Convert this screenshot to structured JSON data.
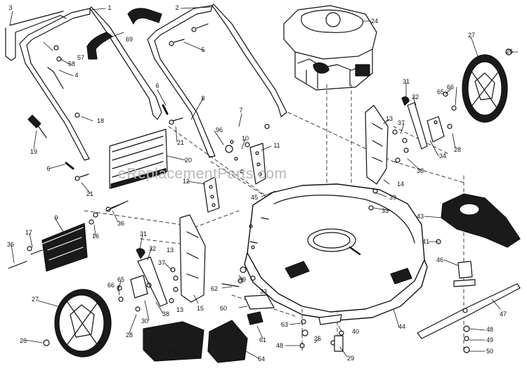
{
  "watermark": "eReplacementParts.com",
  "colors": {
    "line": "#111111",
    "fill_dark": "#1a1a1a",
    "paper": "#ffffff",
    "watermark": "#b9b9b9"
  },
  "callouts": [
    "1",
    "2",
    "3",
    "4",
    "5",
    "6",
    "7",
    "8",
    "9",
    "10",
    "11",
    "12",
    "13",
    "14",
    "15",
    "16",
    "17",
    "18",
    "19",
    "20",
    "21",
    "24",
    "25",
    "26",
    "27",
    "28",
    "29",
    "30",
    "31",
    "32",
    "33",
    "34",
    "36",
    "37",
    "38",
    "39",
    "40",
    "41",
    "43",
    "44",
    "45",
    "46",
    "47",
    "48",
    "49",
    "50",
    "57",
    "58",
    "59",
    "60",
    "61",
    "62",
    "63",
    "64",
    "65",
    "66",
    "69",
    "96"
  ]
}
